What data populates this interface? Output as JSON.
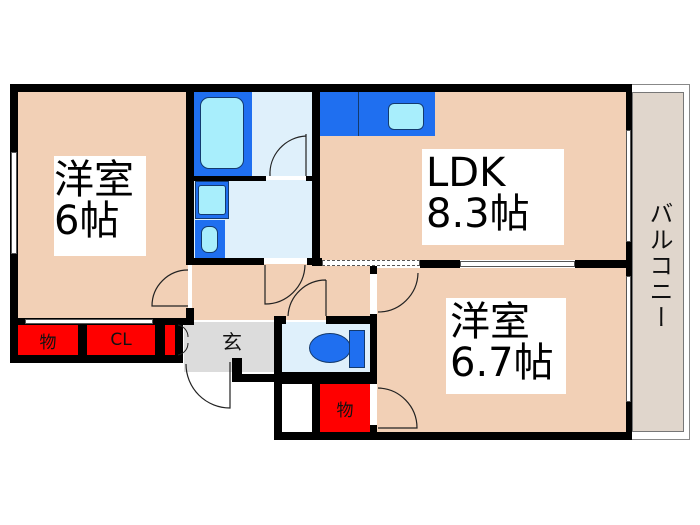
{
  "floorplan": {
    "colors": {
      "wall": "#000000",
      "room_floor": "#f2d0b6",
      "wet_area": "#dff0fb",
      "fixture_blue": "#1f6ff0",
      "fixture_light": "#a8eefc",
      "storage_red": "#ff0000",
      "entrance_gray": "#dcdcdc",
      "balcony": "#e0d6cc"
    },
    "rooms": [
      {
        "id": "western-room-1",
        "name": "洋室",
        "size": "6帖"
      },
      {
        "id": "ldk",
        "name": "LDK",
        "size": "8.3帖"
      },
      {
        "id": "western-room-2",
        "name": "洋室",
        "size": "6.7帖"
      }
    ],
    "storage": [
      {
        "id": "storage-1",
        "label": "物"
      },
      {
        "id": "closet",
        "label": "CL"
      },
      {
        "id": "storage-2",
        "label": "物"
      }
    ],
    "entrance": {
      "label": "玄"
    },
    "balcony": {
      "label": "バルコニー"
    },
    "fixtures": [
      "bathtub",
      "washbasin",
      "washing-machine-pan",
      "toilet",
      "kitchen-counter",
      "kitchen-sink"
    ]
  }
}
